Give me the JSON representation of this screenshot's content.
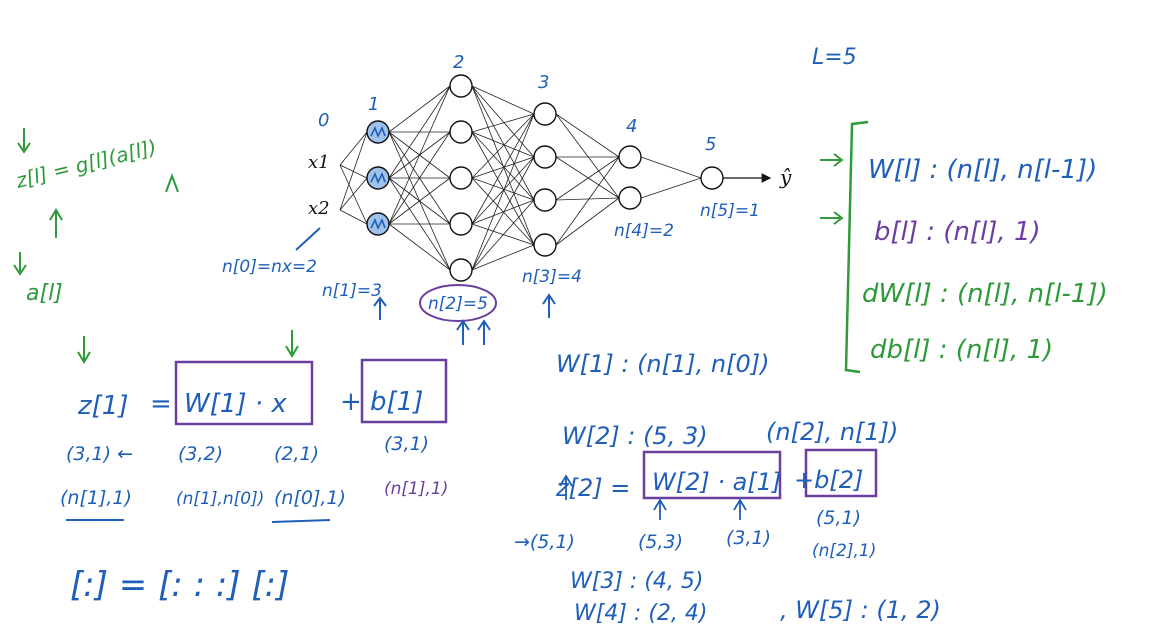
{
  "network": {
    "layer_numbers": [
      "0",
      "1",
      "2",
      "3",
      "4",
      "5"
    ],
    "layer_sizes": [
      2,
      3,
      5,
      4,
      2,
      1
    ],
    "inputs": [
      "x1",
      "x2"
    ],
    "output": "ŷ",
    "unit_labels": {
      "n0": "n[0]=nx=2",
      "n1": "n[1]=3",
      "n2": "n[2]=5",
      "n3": "n[3]=4",
      "n4": "n[4]=2",
      "n5": "n[5]=1"
    }
  },
  "top_right": {
    "L": "L=5"
  },
  "left_notes": {
    "z_eq": "z[l] = g[l](a[l])",
    "a_label": "a[l]"
  },
  "right_box": {
    "W": "W[l] : (n[l], n[l-1])",
    "b": "b[l] : (n[l], 1)",
    "dW": "dW[l] : (n[l], n[l-1])",
    "db": "db[l] : (n[l], 1)"
  },
  "layer1": {
    "eq_z": "z[1]",
    "eq_eqsign": "=",
    "eq_W": "W[1] · x",
    "eq_plus": "+",
    "eq_b": "b[1]",
    "dims1": [
      "(3,1) ←",
      "(3,2)",
      "(2,1)",
      "(3,1)"
    ],
    "dims2": [
      "(n[1],1)",
      "(n[1],n[0])",
      "(n[0],1)",
      "(n[1],1)"
    ],
    "matrices": "[:] = [: : :] [:]"
  },
  "layer2": {
    "W1": "W[1] : (n[1], n[0])",
    "W2": "W[2] : (5, 3)",
    "W2n": "(n[2], n[1])",
    "eq_z": "z[2] =",
    "eq_W": "W[2] · a[1]",
    "eq_b": "+b[2]",
    "dims1": [
      "→(5,1)",
      "(5,3)",
      "(3,1)",
      "(5,1)"
    ],
    "dims2_b": "(n[2],1)",
    "W3": "W[3] : (4, 5)",
    "W4": "W[4] : (2, 4)",
    "W5": ", W[5] : (1, 2)"
  },
  "colors": {
    "blue": "#1f5fb8",
    "green": "#2f9a3a",
    "purple": "#6b3fa0",
    "ink": "#111111"
  }
}
